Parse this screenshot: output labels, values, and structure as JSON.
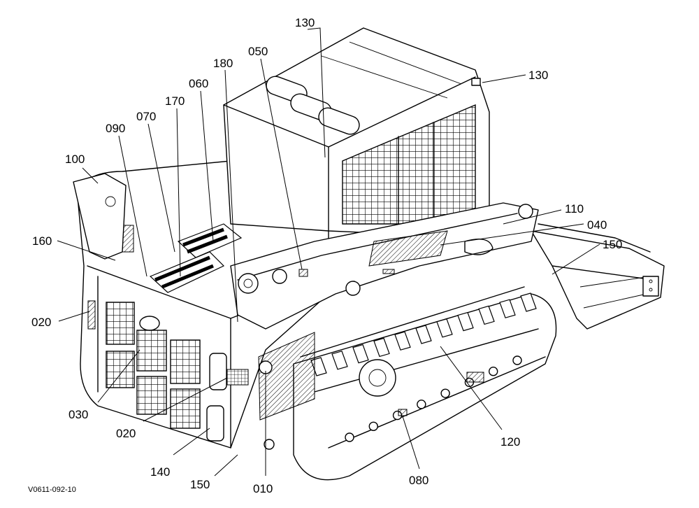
{
  "drawing_code": "V0611-092-10",
  "callouts": [
    {
      "id": "c130a",
      "text": "130"
    },
    {
      "id": "c130b",
      "text": "130"
    },
    {
      "id": "c050",
      "text": "050"
    },
    {
      "id": "c180",
      "text": "180"
    },
    {
      "id": "c060",
      "text": "060"
    },
    {
      "id": "c170",
      "text": "170"
    },
    {
      "id": "c070",
      "text": "070"
    },
    {
      "id": "c090",
      "text": "090"
    },
    {
      "id": "c100",
      "text": "100"
    },
    {
      "id": "c110",
      "text": "110"
    },
    {
      "id": "c040",
      "text": "040"
    },
    {
      "id": "c150a",
      "text": "150"
    },
    {
      "id": "c160",
      "text": "160"
    },
    {
      "id": "c020a",
      "text": "020"
    },
    {
      "id": "c030",
      "text": "030"
    },
    {
      "id": "c020b",
      "text": "020"
    },
    {
      "id": "c140",
      "text": "140"
    },
    {
      "id": "c150b",
      "text": "150"
    },
    {
      "id": "c010",
      "text": "010"
    },
    {
      "id": "c080",
      "text": "080"
    },
    {
      "id": "c120",
      "text": "120"
    }
  ]
}
